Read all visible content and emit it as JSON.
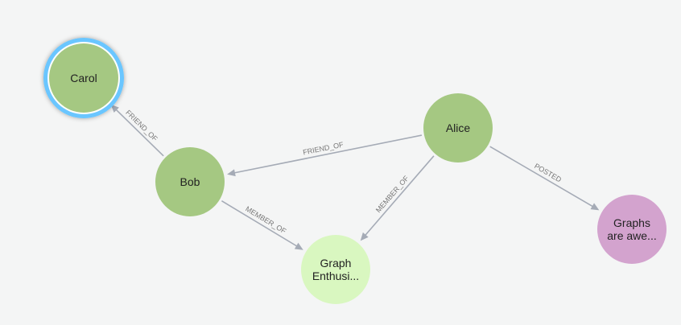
{
  "colors": {
    "edge": "#a5abb6",
    "selection_ring": "#6ac6ff",
    "background": "#f4f5f5"
  },
  "nodes": [
    {
      "id": "carol",
      "lines": [
        "Carol"
      ],
      "color": "#a5c882",
      "selected": true
    },
    {
      "id": "bob",
      "lines": [
        "Bob"
      ],
      "color": "#a5c882",
      "selected": false
    },
    {
      "id": "alice",
      "lines": [
        "Alice"
      ],
      "color": "#a5c882",
      "selected": false
    },
    {
      "id": "group",
      "lines": [
        "Graph",
        "Enthusi..."
      ],
      "color": "#d9f7c0",
      "selected": false
    },
    {
      "id": "post",
      "lines": [
        "Graphs",
        "are awe..."
      ],
      "color": "#d3a3ce",
      "selected": false
    }
  ],
  "edges": [
    {
      "from": "bob",
      "to": "carol",
      "label": "FRIEND_OF"
    },
    {
      "from": "alice",
      "to": "bob",
      "label": "FRIEND_OF"
    },
    {
      "from": "bob",
      "to": "group",
      "label": "MEMBER_OF"
    },
    {
      "from": "alice",
      "to": "group",
      "label": "MEMBER_OF"
    },
    {
      "from": "alice",
      "to": "post",
      "label": "POSTED"
    }
  ]
}
